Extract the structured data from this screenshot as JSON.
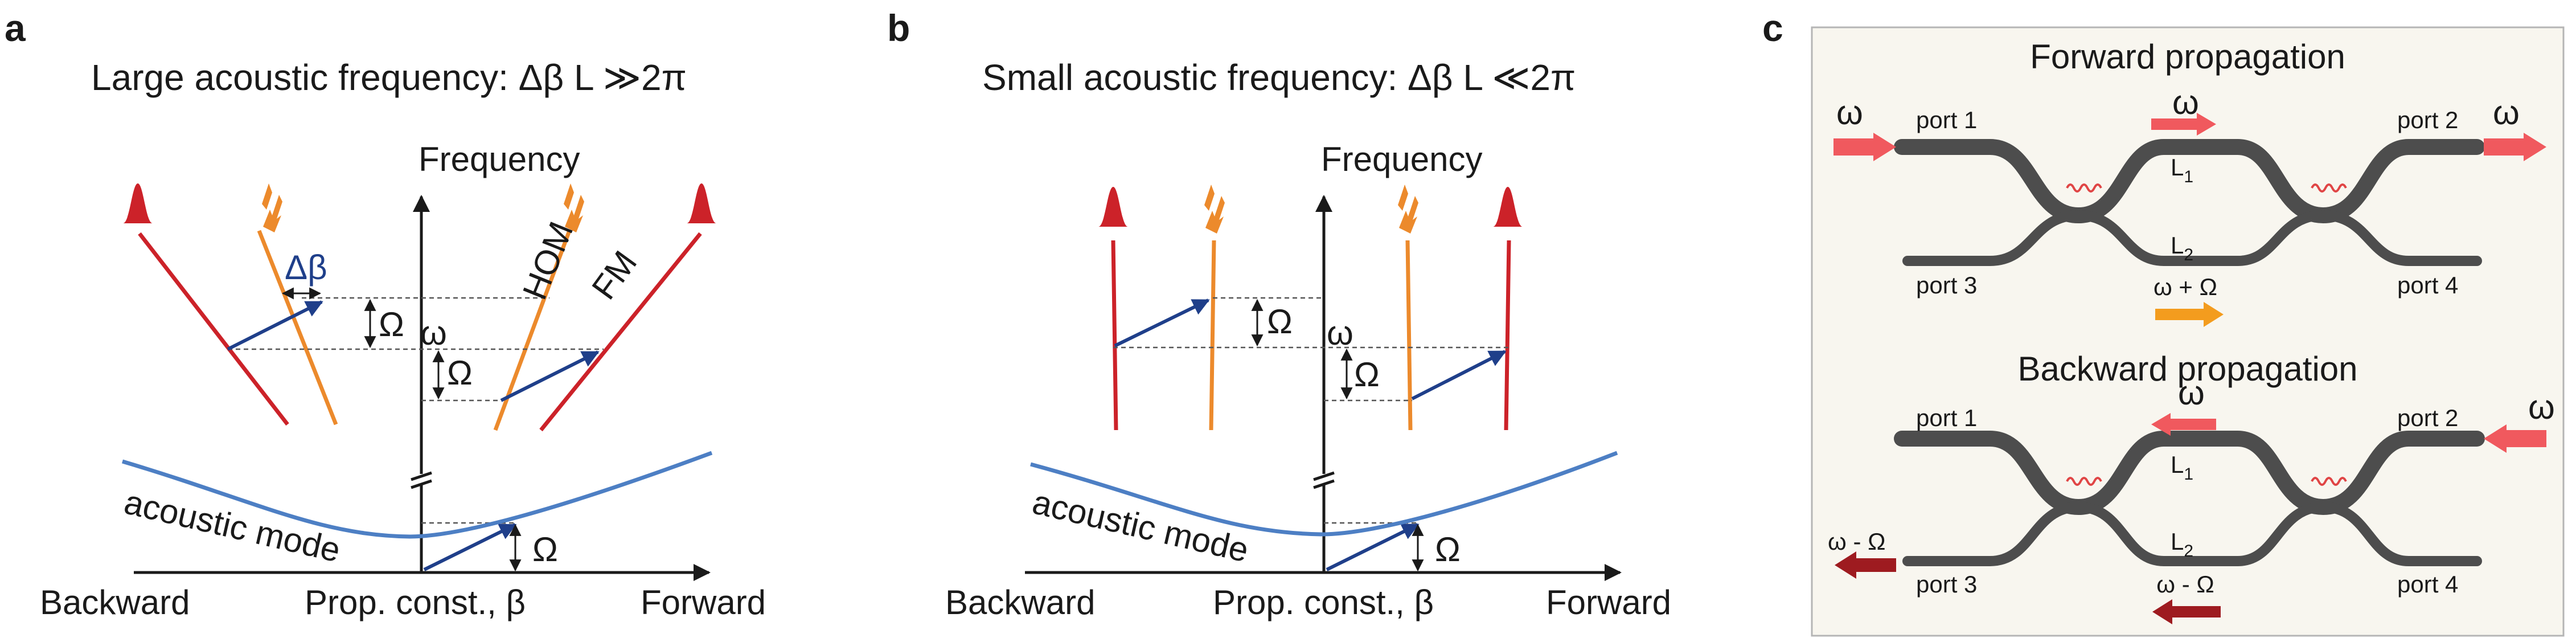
{
  "panel_a": {
    "letter": "a",
    "title": "Large acoustic frequency: Δβ L ≫2π",
    "y_axis": "Frequency",
    "x_left": "Backward",
    "x_center": "Prop. const., β",
    "x_right": "Forward",
    "omega": "ω",
    "Omega": "Ω",
    "delta_beta": "Δβ",
    "hom": "HOM",
    "fm": "FM",
    "acoustic": "acoustic mode"
  },
  "panel_b": {
    "letter": "b",
    "title": "Small acoustic frequency: Δβ L ≪2π",
    "y_axis": "Frequency",
    "x_left": "Backward",
    "x_center": "Prop. const., β",
    "x_right": "Forward",
    "omega": "ω",
    "Omega": "Ω",
    "acoustic": "acoustic mode"
  },
  "panel_c": {
    "letter": "c",
    "forward_title": "Forward propagation",
    "backward_title": "Backward propagation",
    "port1": "port 1",
    "port2": "port 2",
    "port3": "port 3",
    "port4": "port 4",
    "L": "L",
    "sub1": "1",
    "sub2": "2",
    "omega": "ω",
    "omega_plus": "ω + Ω",
    "omega_minus": "ω - Ω"
  },
  "colors": {
    "fm_red": "#cc2229",
    "hom_orange": "#ec8a2c",
    "arrow_blue": "#1f3f8a",
    "acoustic_blue": "#4d7fc4",
    "waveguide_gray": "#4d4d4d",
    "signal_pink": "#f0595e",
    "converted_orange": "#f39c1e",
    "backward_darkred": "#9e1b20",
    "panel_bg": "#f8f6ef"
  }
}
